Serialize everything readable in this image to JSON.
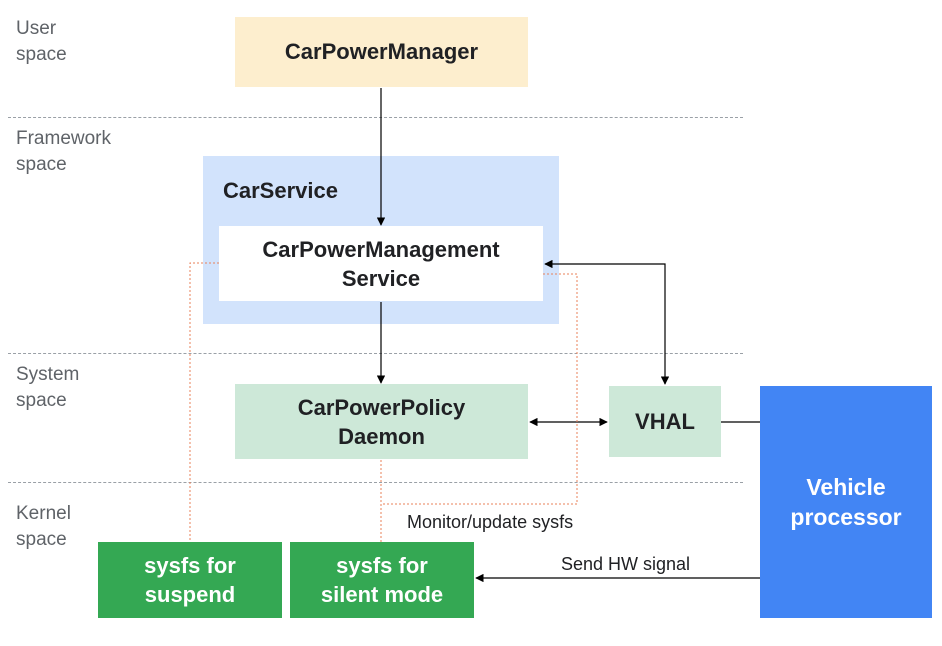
{
  "layers": {
    "user": "User\nspace",
    "framework": "Framework\nspace",
    "system": "System\nspace",
    "kernel": "Kernel\nspace"
  },
  "nodes": {
    "car_power_manager": "CarPowerManager",
    "car_service": "CarService",
    "car_power_management_service": "CarPowerManagement\nService",
    "car_power_policy_daemon": "CarPowerPolicy\nDaemon",
    "vhal": "VHAL",
    "vehicle_processor": "Vehicle\nprocessor",
    "sysfs_suspend": "sysfs for\nsuspend",
    "sysfs_silent_mode": "sysfs for\nsilent mode"
  },
  "edge_labels": {
    "monitor_update": "Monitor/update sysfs",
    "send_hw_signal": "Send HW signal"
  },
  "colors": {
    "user_box": "#fdeece",
    "car_service": "#d2e3fc",
    "daemon_vhal": "#cde8d8",
    "sysfs": "#34a853",
    "vehicle_processor": "#4285f4",
    "dotted_link": "#e8815a"
  }
}
